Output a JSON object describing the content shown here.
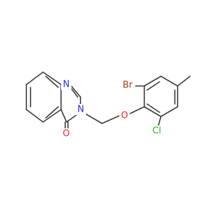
{
  "molecule": {
    "atoms": {
      "n1": {
        "text": "N",
        "color": "#2a2af0"
      },
      "n3": {
        "text": "N",
        "color": "#2a2af0"
      },
      "o_carbonyl": {
        "text": "O",
        "color": "#ff1a1a"
      },
      "o_ether": {
        "text": "O",
        "color": "#ff1a1a"
      },
      "br": {
        "text": "Br",
        "color": "#a3381f"
      },
      "cl": {
        "text": "Cl",
        "color": "#1fb81f"
      }
    },
    "bond_color": "#3a3a3a",
    "background": "#ffffff"
  }
}
